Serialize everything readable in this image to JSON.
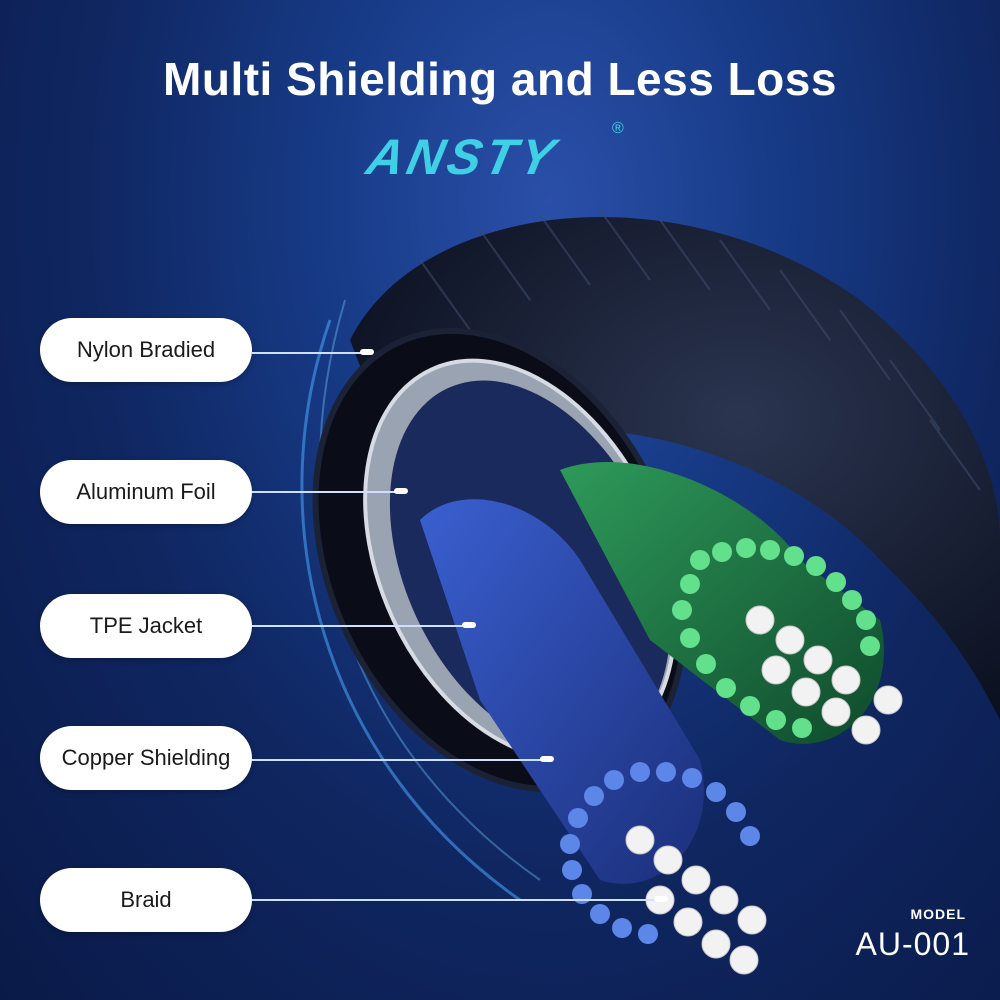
{
  "heading": "Multi Shielding and Less Loss",
  "brand": {
    "name": "ANSTY",
    "mark": "®"
  },
  "layers": [
    {
      "label": "Nylon Bradied"
    },
    {
      "label": "Aluminum Foil"
    },
    {
      "label": "TPE Jacket"
    },
    {
      "label": "Copper Shielding"
    },
    {
      "label": "Braid"
    }
  ],
  "model": {
    "label": "MODEL",
    "value": "AU-001"
  },
  "colors": {
    "accent": "#3fd0e6",
    "background": "#173a86"
  }
}
